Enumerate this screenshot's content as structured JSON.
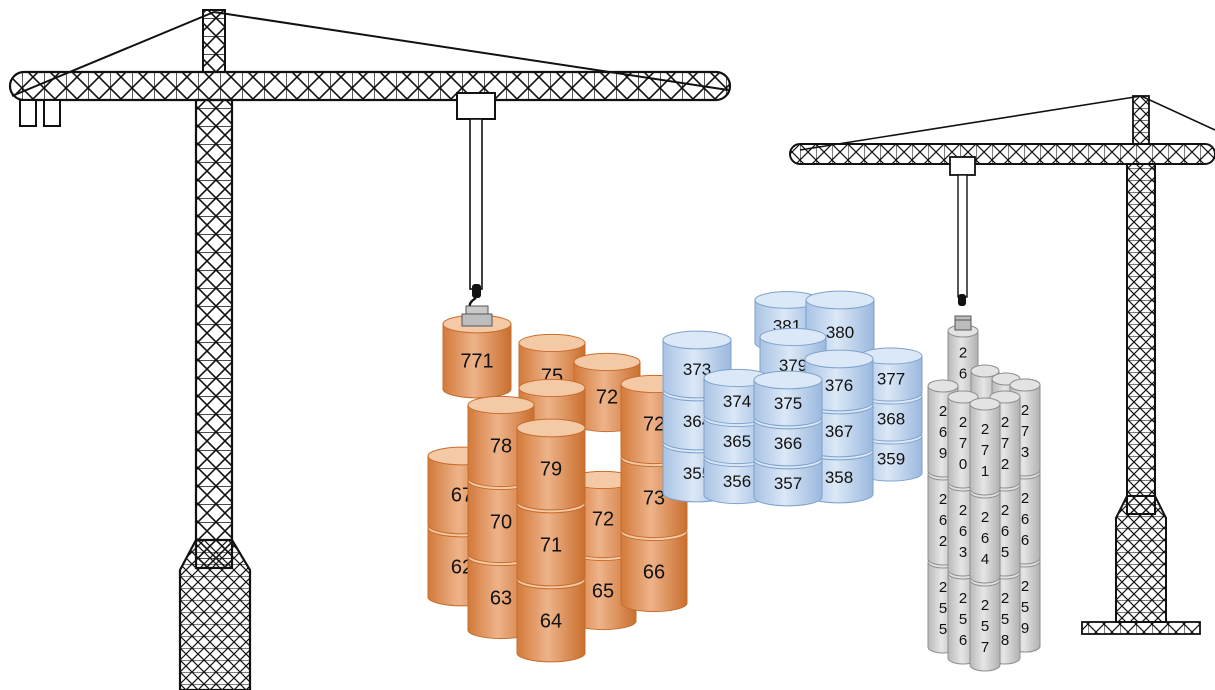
{
  "colors": {
    "orange_light": "#f4c9a6",
    "orange": "#e79a5e",
    "orange_dark": "#c86d2c",
    "blue_light": "#dbe8f7",
    "blue": "#b5cde9",
    "blue_dark": "#7fa2cc",
    "gray_light": "#e3e3e3",
    "gray": "#c9c9c9",
    "gray_dark": "#8f8f8f",
    "ink": "#111111"
  },
  "cranes": [
    {
      "id": "left-crane"
    },
    {
      "id": "right-crane"
    }
  ],
  "orange_cluster": {
    "cylinders": [
      {
        "id": "o-hanging",
        "labels": [
          "771"
        ]
      },
      {
        "id": "o-back-a",
        "labels": [
          "75"
        ]
      },
      {
        "id": "o-back-b",
        "labels": [
          "72"
        ]
      },
      {
        "id": "o-back-c",
        "labels": [
          ""
        ]
      },
      {
        "id": "o-right",
        "labels": [
          "72",
          "73",
          "66"
        ]
      },
      {
        "id": "o-left",
        "labels": [
          "67",
          "62"
        ]
      },
      {
        "id": "o-mid-back",
        "labels": [
          "72",
          "65"
        ]
      },
      {
        "id": "o-78",
        "labels": [
          "78",
          "70",
          "63"
        ]
      },
      {
        "id": "o-79",
        "labels": [
          "79",
          "71",
          "64"
        ]
      }
    ]
  },
  "blue_cluster": {
    "cylinders": [
      {
        "id": "b-381",
        "labels": [
          "381"
        ]
      },
      {
        "id": "b-380",
        "labels": [
          "380"
        ]
      },
      {
        "id": "b-373",
        "labels": [
          "373",
          "364",
          "355"
        ]
      },
      {
        "id": "b-379",
        "labels": [
          "379"
        ]
      },
      {
        "id": "b-377",
        "labels": [
          "377",
          "368",
          "359"
        ]
      },
      {
        "id": "b-376",
        "labels": [
          "376",
          "367",
          "358"
        ]
      },
      {
        "id": "b-374",
        "labels": [
          "374",
          "365",
          "356"
        ]
      },
      {
        "id": "b-375",
        "labels": [
          "375",
          "366",
          "357"
        ]
      }
    ]
  },
  "gray_cluster": {
    "cylinders": [
      {
        "id": "g-hanging",
        "labels": [
          "26"
        ]
      },
      {
        "id": "g-back-1",
        "labels": [
          ""
        ]
      },
      {
        "id": "g-back-2",
        "labels": [
          ""
        ]
      },
      {
        "id": "g-back-3",
        "labels": [
          "",
          "",
          ""
        ]
      },
      {
        "id": "g-273",
        "labels": [
          "273",
          "266",
          "259"
        ]
      },
      {
        "id": "g-269",
        "labels": [
          "269",
          "262",
          "255"
        ]
      },
      {
        "id": "g-270",
        "labels": [
          "270",
          "263",
          "256"
        ]
      },
      {
        "id": "g-272",
        "labels": [
          "272",
          "265",
          "258"
        ]
      },
      {
        "id": "g-271",
        "labels": [
          "271",
          "264",
          "257"
        ]
      }
    ]
  }
}
